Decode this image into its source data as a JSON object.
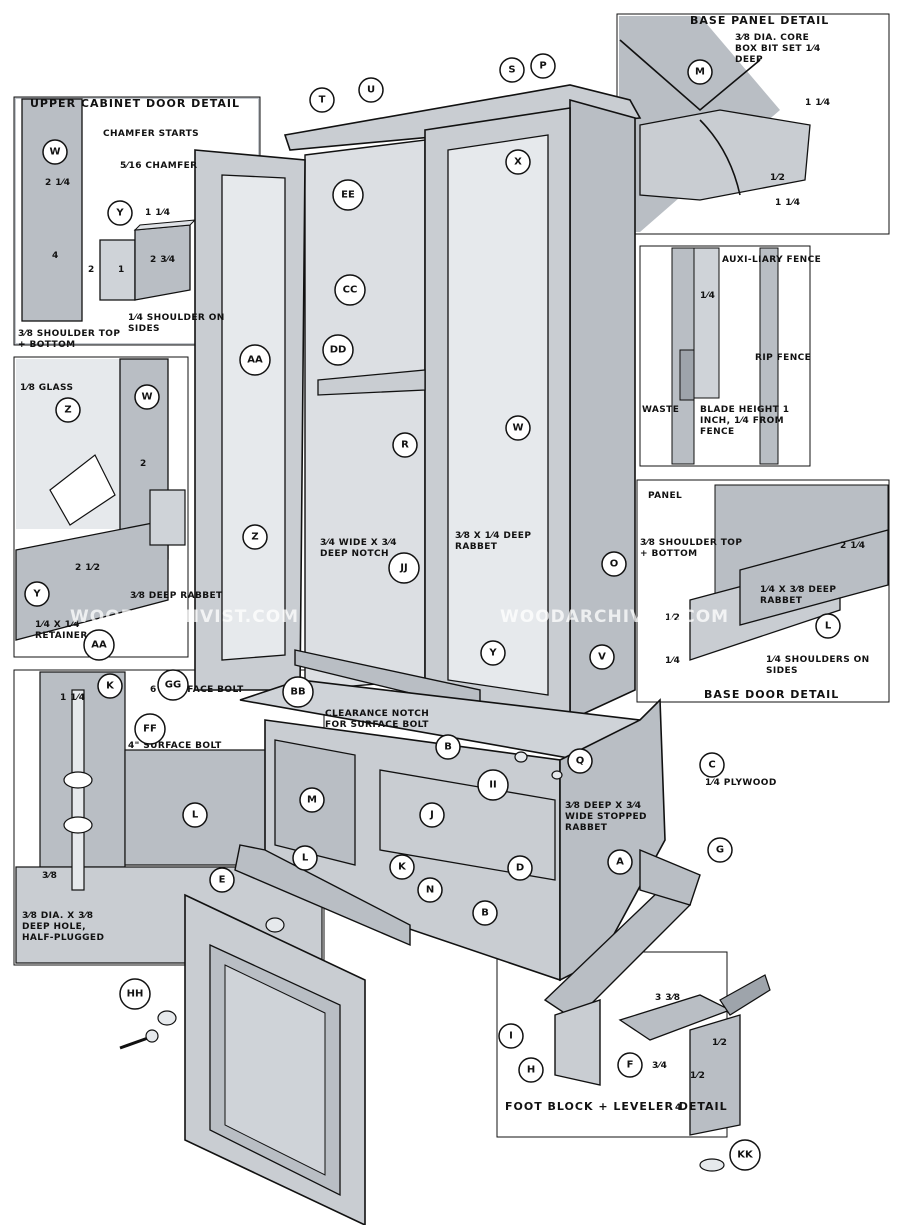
{
  "colors": {
    "panel_gray": "#b9bec4",
    "panel_gray_light": "#cfd3d8",
    "wood_gray": "#c9cdd2",
    "ink": "#111111",
    "paper": "#ffffff",
    "glass": "#e6e9ec"
  },
  "details": {
    "upper_door": {
      "title": "UPPER CABINET DOOR DETAIL",
      "labels": [
        "CHAMFER STARTS",
        "5⁄16 CHAMFER",
        "2 1⁄4",
        "1 1⁄4",
        "2 3⁄4",
        "2",
        "1",
        "4",
        "1⁄4 SHOULDER ON SIDES",
        "3⁄8 SHOULDER TOP + BOTTOM"
      ]
    },
    "base_panel": {
      "title": "BASE PANEL DETAIL",
      "labels": [
        "3⁄8 DIA. CORE BOX BIT SET 1⁄4 DEEP",
        "1 1⁄4",
        "1⁄2",
        "1 1⁄4"
      ]
    },
    "rip_fence": {
      "labels": [
        "AUXI-LIARY FENCE",
        "1⁄4",
        "RIP FENCE",
        "WASTE",
        "BLADE HEIGHT 1 INCH, 1⁄4 FROM FENCE"
      ]
    },
    "glass": {
      "labels": [
        "1⁄8 GLASS",
        "2",
        "2 1⁄2",
        "3⁄8 DEEP RABBET",
        "1⁄4 X 1⁄4 RETAINER"
      ]
    },
    "base_door": {
      "title": "BASE DOOR DETAIL",
      "labels": [
        "PANEL",
        "3⁄8 SHOULDER TOP + BOTTOM",
        "2 1⁄4",
        "1⁄4 X 3⁄8 DEEP RABBET",
        "1⁄2",
        "1⁄4",
        "1⁄4 SHOULDERS ON SIDES"
      ]
    },
    "surface_bolt": {
      "labels": [
        "1 1⁄4",
        "4\" SURFACE BOLT",
        "3⁄8",
        "3⁄8 DIA. X 3⁄8 DEEP HOLE, HALF-PLUGGED"
      ]
    },
    "foot_block": {
      "title": "FOOT BLOCK + LEVELER DETAIL",
      "labels": [
        "3 3⁄8",
        "1⁄2",
        "3⁄4",
        "1⁄2",
        "4"
      ]
    }
  },
  "main_labels": {
    "notch": "3⁄4 WIDE X 3⁄4 DEEP NOTCH",
    "rabbet": "3⁄8 X 1⁄4 DEEP RABBET",
    "surface_bolt_6": "6\" SURFACE BOLT",
    "clearance": "CLEARANCE NOTCH FOR SURFACE BOLT",
    "plywood": "1⁄4 PLYWOOD",
    "stopped_rabbet": "3⁄8 DEEP X 3⁄4 WIDE STOPPED RABBET"
  },
  "callouts": [
    "T",
    "U",
    "S",
    "P",
    "M",
    "W",
    "Y",
    "X",
    "EE",
    "CC",
    "DD",
    "AA",
    "R",
    "W",
    "Z",
    "W",
    "Y",
    "AA",
    "Z",
    "JJ",
    "O",
    "L",
    "GG",
    "V",
    "Y",
    "BB",
    "K",
    "FF",
    "L",
    "B",
    "Q",
    "C",
    "II",
    "J",
    "M",
    "L",
    "D",
    "A",
    "G",
    "E",
    "K",
    "N",
    "B",
    "HH",
    "I",
    "H",
    "F",
    "KK"
  ],
  "watermark": [
    "WOODARCHIVIST.COM",
    "WOODARCHIVIST.COM"
  ]
}
